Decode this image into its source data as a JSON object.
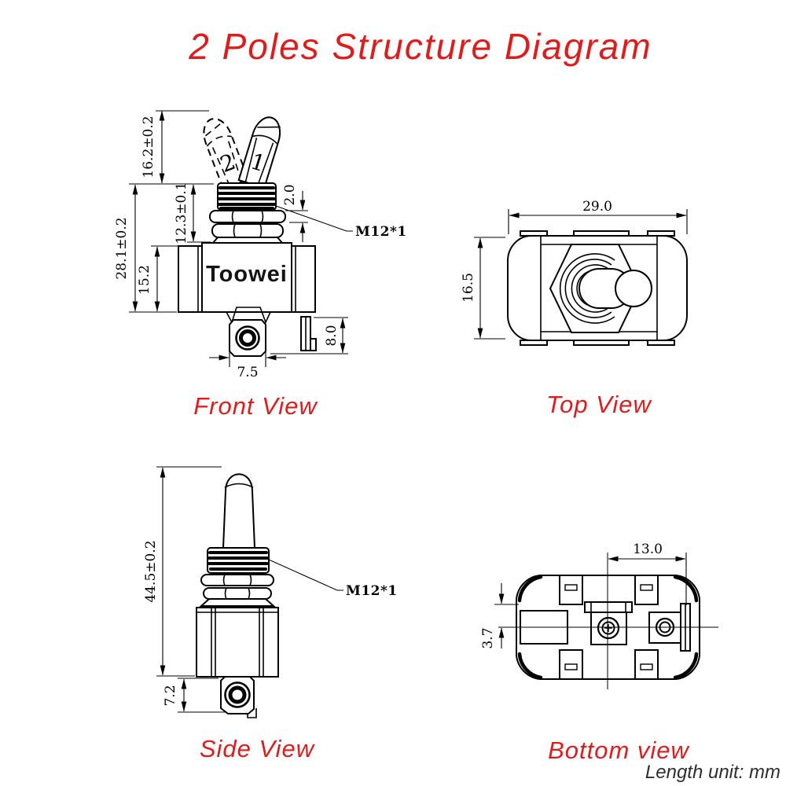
{
  "title": "2 Poles Structure Diagram",
  "footer_note": "Length unit: mm",
  "brand": "Toowei",
  "colors": {
    "accent_red": "#e01b1b",
    "line": "#000000",
    "note_text": "#2e2e2e"
  },
  "front_view": {
    "label": "Front View",
    "position_2": "2",
    "position_1": "1",
    "dim_lever_height": "16.2±0.2",
    "dim_thread_height": "12.3±0.1",
    "dim_total_height": "28.1±0.2",
    "dim_body_height": "15.2",
    "dim_thread_exposed": "2.0",
    "thread_spec": "M12*1",
    "dim_terminal_height": "8.0",
    "dim_terminal_width": "7.5"
  },
  "top_view": {
    "label": "Top View",
    "dim_width": "29.0",
    "dim_height": "16.5"
  },
  "side_view": {
    "label": "Side View",
    "dim_total_height": "44.5±0.2",
    "thread_spec": "M12*1",
    "dim_terminal_height": "7.2"
  },
  "bottom_view": {
    "label": "Bottom view",
    "dim_terminal_pitch": "13.0",
    "dim_center_offset": "3.7"
  }
}
